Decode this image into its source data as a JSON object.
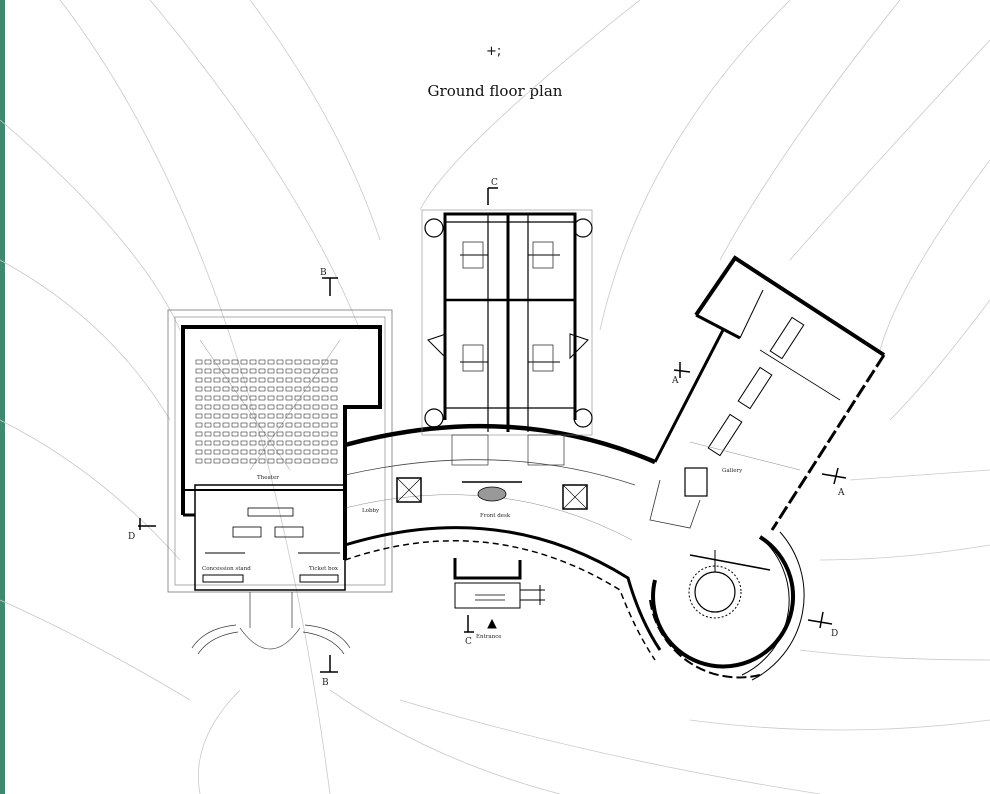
{
  "drawing": {
    "title": "Ground floor plan",
    "north_symbol": "+;"
  },
  "sections": {
    "a_top": "A",
    "a_bottom": "A",
    "b_top": "B",
    "b_bottom": "B",
    "c_top": "C",
    "c_bottom": "C",
    "d_left": "D",
    "d_right": "D"
  },
  "rooms": {
    "theater": "Theater",
    "lobby": "Lobby",
    "front_desk": "Front desk",
    "concession_stand": "Concession stand",
    "ticket_box": "Ticket box",
    "gallery": "Gallery",
    "entrance": "Entrance"
  },
  "colors": {
    "wall": "#000000",
    "line": "#444444",
    "contour": "#c9c9c9",
    "edge_strip": "#3f8a6e"
  }
}
